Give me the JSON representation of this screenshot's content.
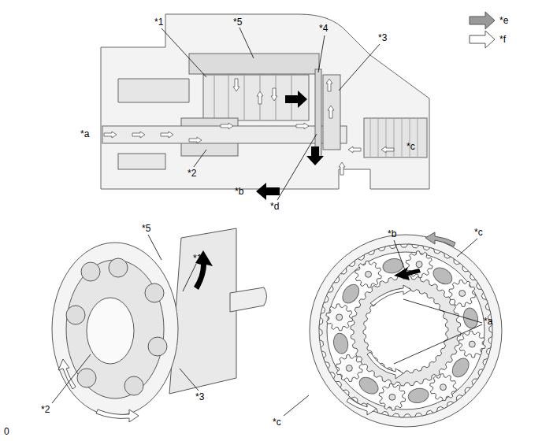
{
  "diagram": {
    "labels": [
      "*1",
      "*5",
      "*4",
      "*3",
      "*a",
      "*2",
      "*c",
      "*b",
      "*d",
      "*5",
      "*1",
      "*3",
      "*2",
      "*b",
      "*c",
      "*a",
      "*c",
      "0"
    ],
    "legend": [
      {
        "text": "*e"
      },
      {
        "text": "*f"
      }
    ]
  }
}
